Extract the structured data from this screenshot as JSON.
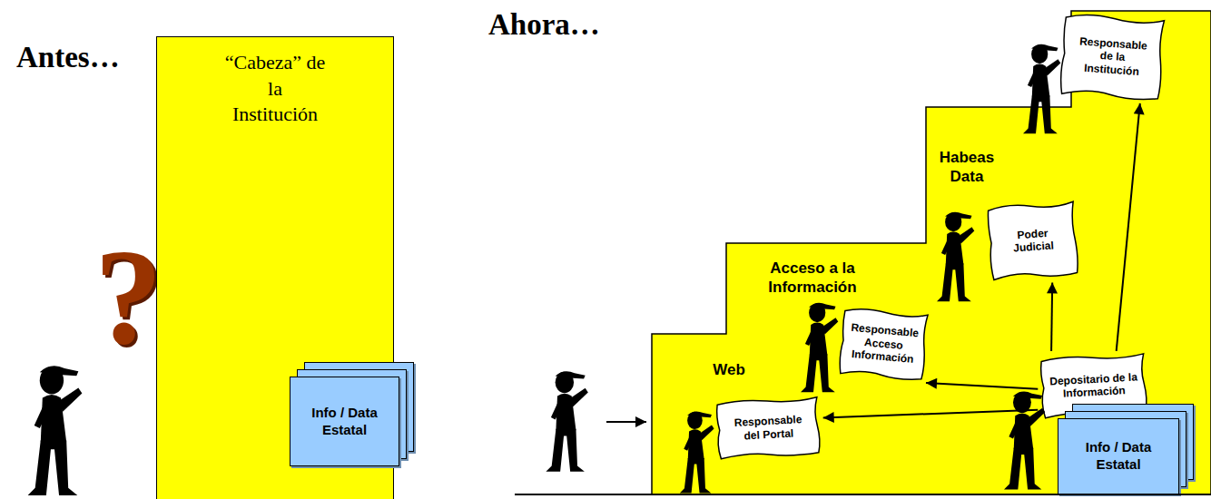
{
  "diagram": {
    "nodes": [
      {
        "text": [
          "“Cabeza” de la Institución"
        ]
      },
      {
        "text": [
          "Info / Data Estatal"
        ],
        "in": 0
      },
      {
        "text": [
          "Web",
          "Acceso a la Información",
          "Habeas Data"
        ]
      },
      {
        "text": [
          "Responsable del Portal"
        ],
        "in": 2
      },
      {
        "text": [
          "Responsable Acceso Información"
        ],
        "in": 2
      },
      {
        "text": [
          "Poder Judicial"
        ],
        "in": 2
      },
      {
        "text": [
          "Responsable de la Institución"
        ],
        "in": 2
      },
      {
        "text": [
          "Depositario de la Información"
        ],
        "in": 2
      },
      {
        "text": [
          "Info / Data Estatal"
        ],
        "in": 2
      }
    ],
    "edges": [
      {
        "from": 7,
        "to": 3,
        "arrow": "to"
      },
      {
        "from": 7,
        "to": 4,
        "arrow": "to"
      },
      {
        "from": 7,
        "to": 5,
        "arrow": "to"
      },
      {
        "from": 7,
        "to": 6,
        "arrow": "to"
      }
    ],
    "labels": [
      "Antes…",
      "Ahora…",
      "?"
    ]
  }
}
